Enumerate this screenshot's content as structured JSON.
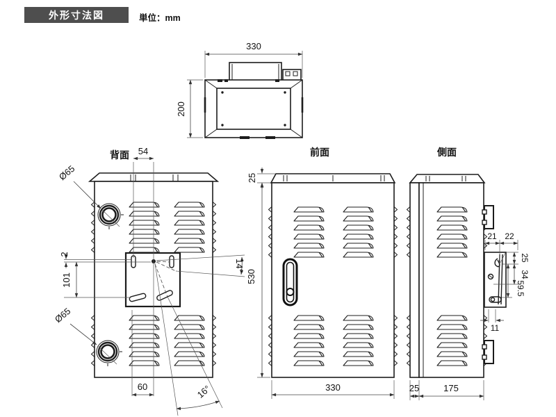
{
  "header": {
    "title": "外形寸法図",
    "unit_label": "単位：mm"
  },
  "top_view": {
    "width": "330",
    "depth": "200"
  },
  "back_view": {
    "label": "背面",
    "top_slot_offset": "54",
    "cable_gland_top": "Ø65",
    "cable_gland_bottom": "Ø65",
    "plate_top_gap": "2",
    "plate_height": "101",
    "bottom_slot_offset": "60",
    "bottom_angle": "16°",
    "side_angle": "14°"
  },
  "front_view": {
    "label": "前面",
    "roof_height": "25",
    "body_height": "530",
    "width": "330"
  },
  "side_view": {
    "label": "側面",
    "back_panel_depth": "25",
    "body_depth": "175"
  },
  "bracket_detail": {
    "offset_a": "21",
    "offset_b": "22",
    "pitch_a": "25",
    "pitch_b": "34",
    "pitch_c": "59.5",
    "slot_offset": "11"
  }
}
